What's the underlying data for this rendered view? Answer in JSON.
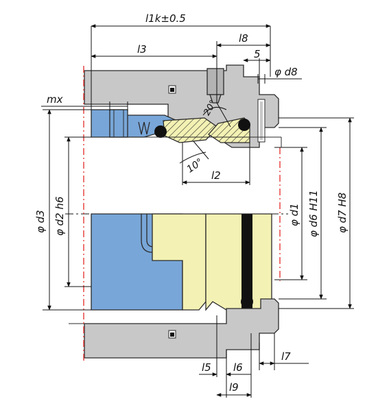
{
  "dimensions": {
    "l1k": "l1k±0.5",
    "l3": "l3",
    "l8": "l8",
    "five": "5",
    "phi_d8": "φ d8",
    "mx": "mx",
    "angle20": "20°",
    "angle10": "10°",
    "l2": "l2",
    "phi_d3": "φ d3",
    "phi_d2": "φ d2 h6",
    "phi_d1": "φ d1",
    "phi_d6": "φ d6 H11",
    "phi_d7": "φ d7 H8",
    "l5": "l5",
    "l6": "l6",
    "l7": "l7",
    "l9": "l9"
  },
  "colors": {
    "housing": "#c8c8c8",
    "sleeve": "#78a6d8",
    "seal_face": "#f3f1b3",
    "o_ring": "#111111",
    "centerline": "#e53935"
  }
}
